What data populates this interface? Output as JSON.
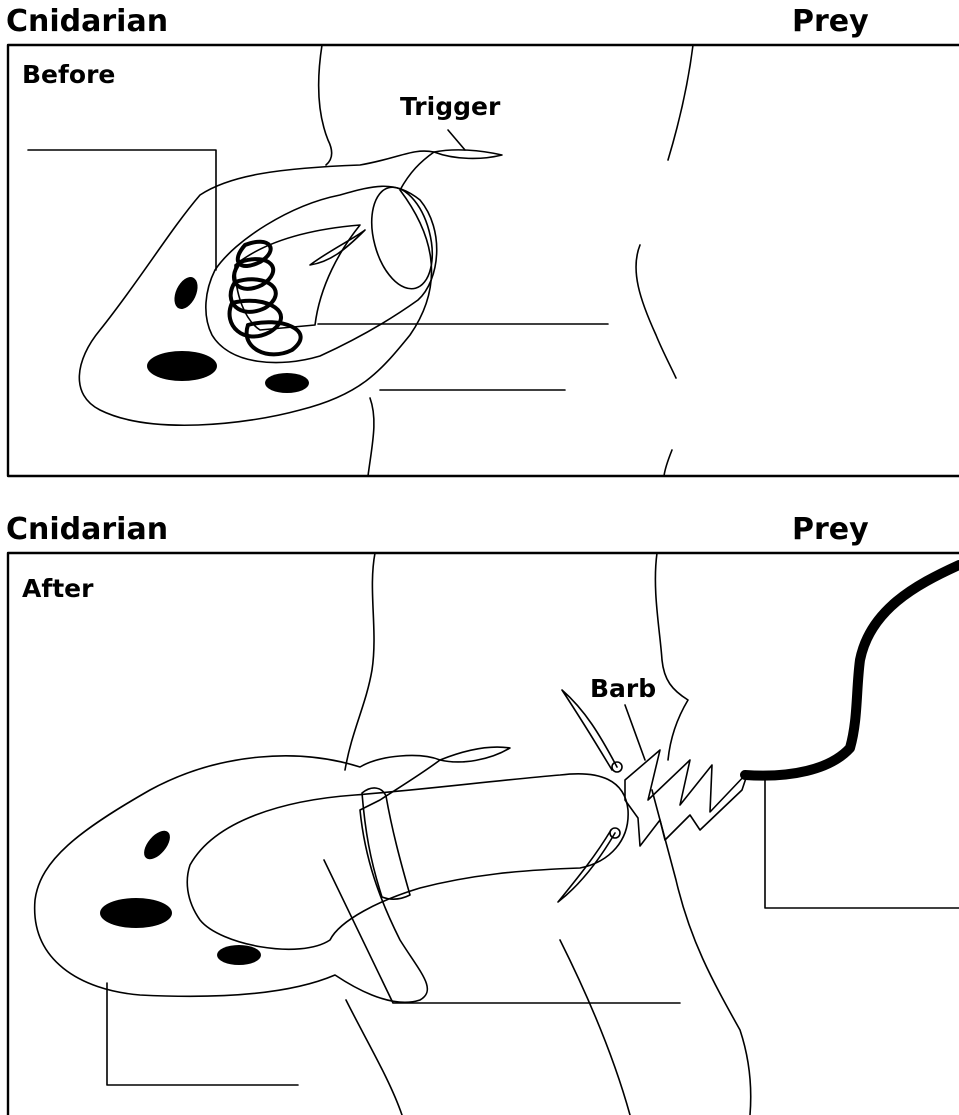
{
  "top": {
    "left_header": "Cnidarian",
    "right_header": "Prey",
    "panel_label": "Before",
    "trigger_label": "Trigger"
  },
  "bottom": {
    "left_header": "Cnidarian",
    "right_header": "Prey",
    "panel_label": "After",
    "barb_label": "Barb"
  }
}
